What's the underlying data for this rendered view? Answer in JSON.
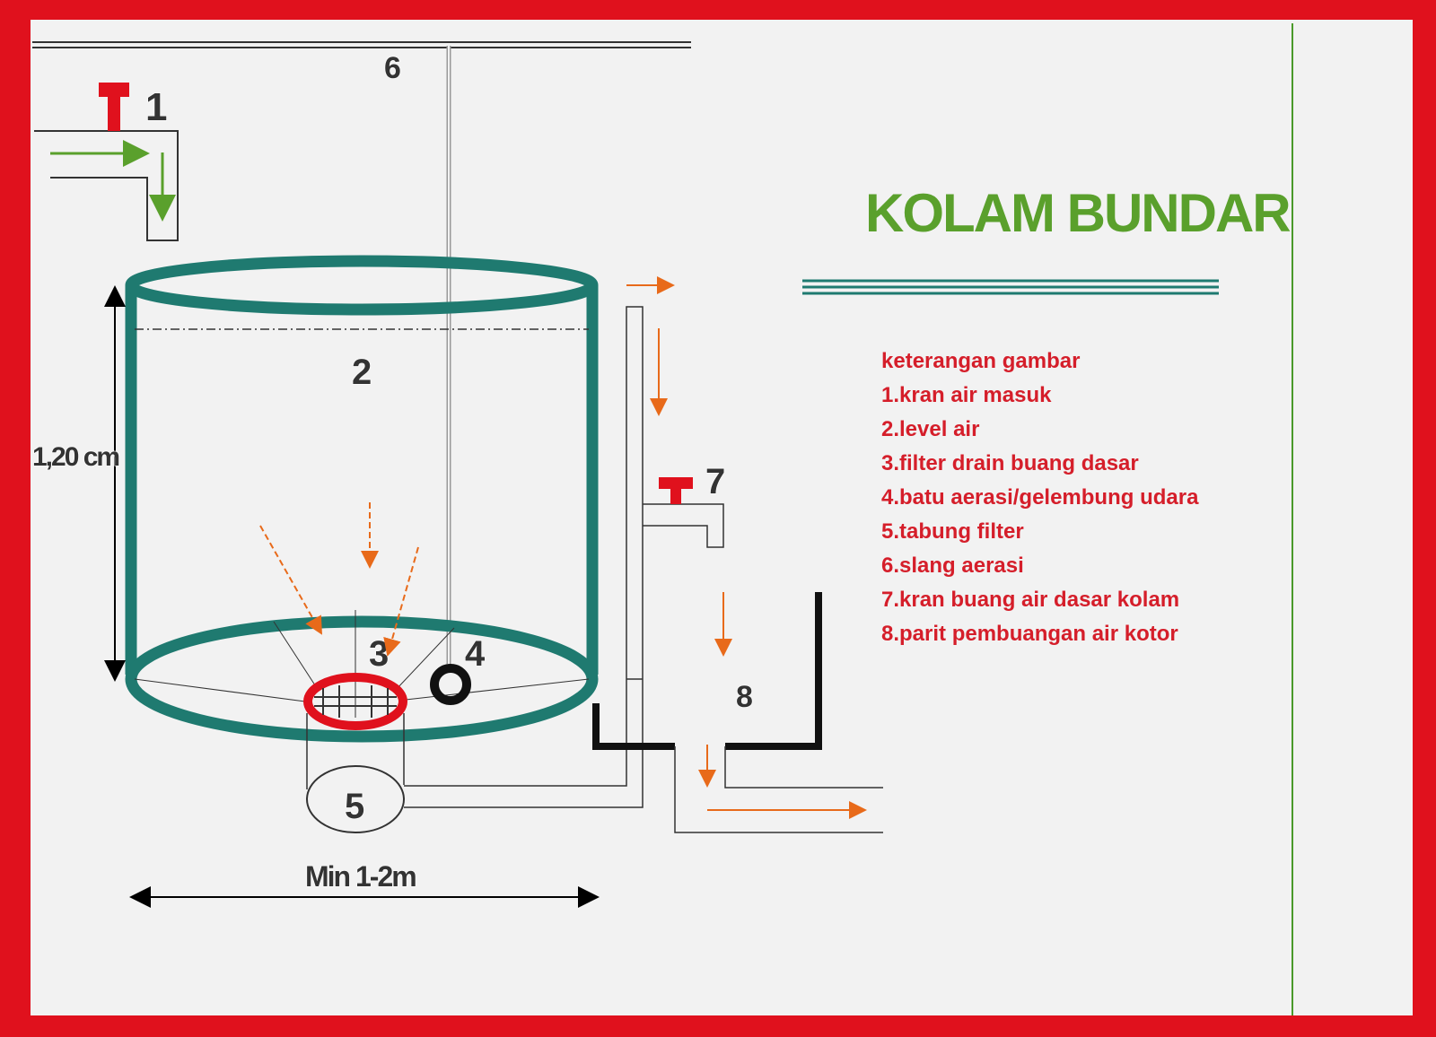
{
  "title": "KOLAM BUNDAR",
  "legend": {
    "heading": "keterangan gambar",
    "items": [
      "1.kran air masuk",
      "2.level air",
      "3.filter drain buang dasar",
      "4.batu aerasi/gelembung udara",
      "5.tabung filter",
      "6.slang aerasi",
      "7.kran buang air dasar kolam",
      "8.parit pembuangan air kotor"
    ]
  },
  "labels": {
    "n1": "1",
    "n2": "2",
    "n3": "3",
    "n4": "4",
    "n5": "5",
    "n6": "6",
    "n7": "7",
    "n8": "8"
  },
  "dimensions": {
    "height": "1,20 cm",
    "width": "Min 1-2m"
  },
  "colors": {
    "frame": "#e0111d",
    "background": "#f2f2f2",
    "tank": "#1f7a70",
    "title": "#5aa02c",
    "legend_text": "#d51e2a",
    "valve": "#e0111d",
    "arrow_inflow": "#5aa02c",
    "arrow_outflow": "#e86a1a"
  }
}
